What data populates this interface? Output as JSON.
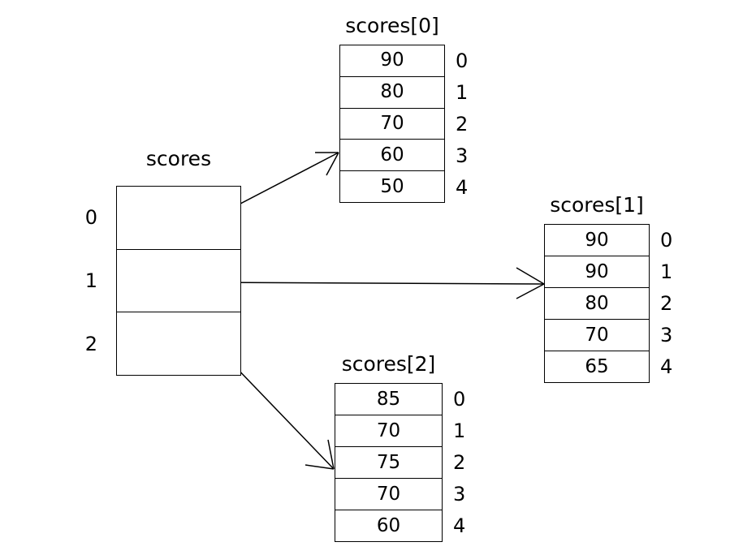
{
  "diagram": {
    "title_main": "scores",
    "pointer_array": {
      "name": "scores",
      "indices": [
        "0",
        "1",
        "2"
      ],
      "cells": [
        "",
        "",
        ""
      ]
    },
    "arrays": [
      {
        "name": "scores[0]",
        "values": [
          "90",
          "80",
          "70",
          "60",
          "50"
        ],
        "indices": [
          "0",
          "1",
          "2",
          "3",
          "4"
        ]
      },
      {
        "name": "scores[1]",
        "values": [
          "90",
          "90",
          "80",
          "70",
          "65"
        ],
        "indices": [
          "0",
          "1",
          "2",
          "3",
          "4"
        ]
      },
      {
        "name": "scores[2]",
        "values": [
          "85",
          "70",
          "75",
          "70",
          "60"
        ],
        "indices": [
          "0",
          "1",
          "2",
          "3",
          "4"
        ]
      }
    ],
    "colors": {
      "stroke": "#000000",
      "background": "#ffffff",
      "text": "#000000"
    },
    "arrows": [
      {
        "name": "arrow-scores0",
        "from": "scores[0] cell",
        "to": "scores[0] array"
      },
      {
        "name": "arrow-scores1",
        "from": "scores[1] cell",
        "to": "scores[1] array"
      },
      {
        "name": "arrow-scores2",
        "from": "scores[2] cell",
        "to": "scores[2] array"
      }
    ]
  }
}
